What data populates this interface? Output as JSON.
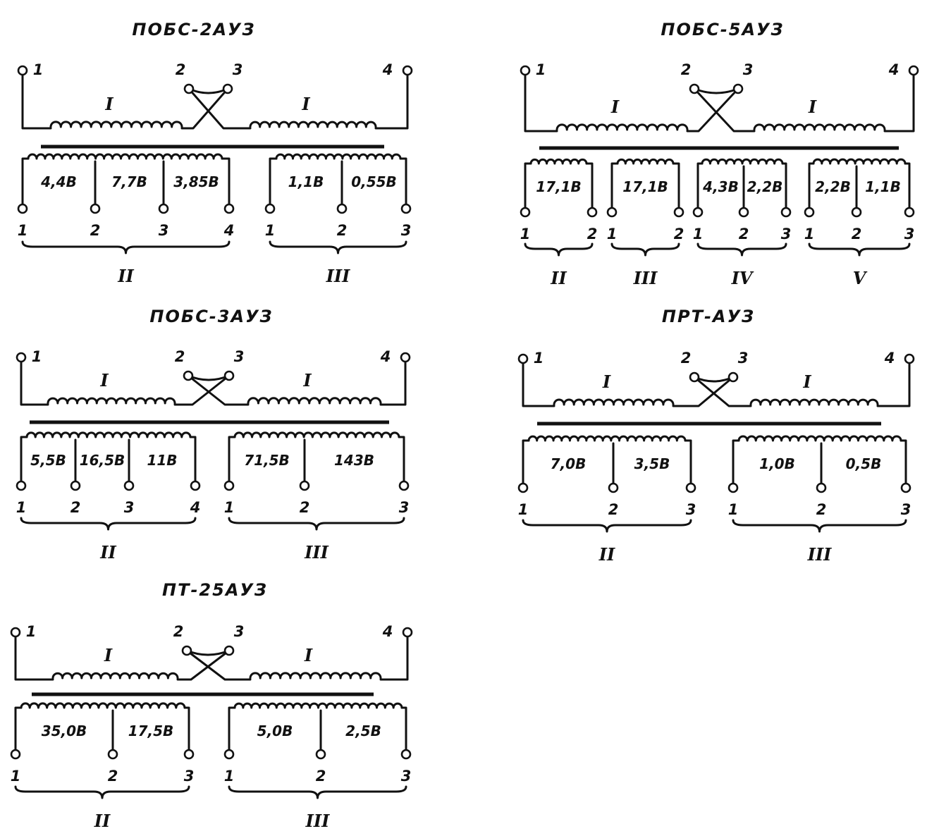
{
  "diagrams": [
    {
      "title": "ПОБС-2АУЗ",
      "primary": {
        "label": "I",
        "terminals": [
          "1",
          "2",
          "3",
          "4"
        ]
      },
      "secondaries": [
        {
          "label": "II",
          "terminals": [
            "1",
            "2",
            "3",
            "4"
          ],
          "voltages": [
            "4,4В",
            "7,7В",
            "3,85В"
          ]
        },
        {
          "label": "III",
          "terminals": [
            "1",
            "2",
            "3"
          ],
          "voltages": [
            "1,1В",
            "0,55В"
          ]
        }
      ]
    },
    {
      "title": "ПОБС-5АУЗ",
      "primary": {
        "label": "I",
        "terminals": [
          "1",
          "2",
          "3",
          "4"
        ]
      },
      "secondaries": [
        {
          "label": "II",
          "terminals": [
            "1",
            "2"
          ],
          "voltages": [
            "17,1В"
          ]
        },
        {
          "label": "III",
          "terminals": [
            "1",
            "2"
          ],
          "voltages": [
            "17,1В"
          ]
        },
        {
          "label": "IV",
          "terminals": [
            "1",
            "2",
            "3"
          ],
          "voltages": [
            "4,3В",
            "2,2В"
          ]
        },
        {
          "label": "V",
          "terminals": [
            "1",
            "2",
            "3"
          ],
          "voltages": [
            "2,2В",
            "1,1В"
          ]
        }
      ]
    },
    {
      "title": "ПОБС-3АУЗ",
      "primary": {
        "label": "I",
        "terminals": [
          "1",
          "2",
          "3",
          "4"
        ]
      },
      "secondaries": [
        {
          "label": "II",
          "terminals": [
            "1",
            "2",
            "3",
            "4"
          ],
          "voltages": [
            "5,5В",
            "16,5В",
            "11В"
          ]
        },
        {
          "label": "III",
          "terminals": [
            "1",
            "2",
            "3"
          ],
          "voltages": [
            "71,5В",
            "143В"
          ]
        }
      ]
    },
    {
      "title": "ПРТ-АУЗ",
      "primary": {
        "label": "I",
        "terminals": [
          "1",
          "2",
          "3",
          "4"
        ]
      },
      "secondaries": [
        {
          "label": "II",
          "terminals": [
            "1",
            "2",
            "3"
          ],
          "voltages": [
            "7,0В",
            "3,5В"
          ]
        },
        {
          "label": "III",
          "terminals": [
            "1",
            "2",
            "3"
          ],
          "voltages": [
            "1,0В",
            "0,5В"
          ]
        }
      ]
    },
    {
      "title": "ПТ-25АУЗ",
      "primary": {
        "label": "I",
        "terminals": [
          "1",
          "2",
          "3",
          "4"
        ]
      },
      "secondaries": [
        {
          "label": "II",
          "terminals": [
            "1",
            "2",
            "3"
          ],
          "voltages": [
            "35,0В",
            "17,5В"
          ]
        },
        {
          "label": "III",
          "terminals": [
            "1",
            "2",
            "3"
          ],
          "voltages": [
            "5,0В",
            "2,5В"
          ]
        }
      ]
    }
  ]
}
